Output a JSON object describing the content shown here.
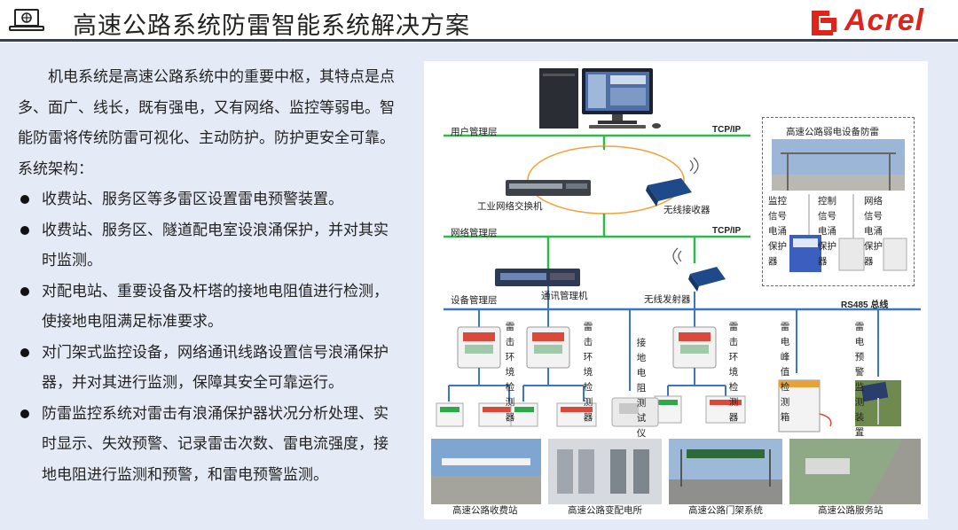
{
  "header": {
    "title": "高速公路系统防雷智能系统解决方案",
    "logo_text": "Acrel",
    "logo_color": "#e0241b"
  },
  "left": {
    "intro": "机电系统是高速公路系统中的重要中枢，其特点是点多、面广、线长，既有强电，又有网络、监控等弱电。智能防雷将传统防雷可视化、主动防护。防护更安全可靠。",
    "subhead": "系统架构：",
    "bullets": [
      "收费站、服务区等多雷区设置雷电预警装置。",
      "收费站、服务区、隧道配电室设浪涌保护，并对其实时监测。",
      "对配电站、重要设备及杆塔的接地电阻值进行检测，使接地电阻满足标准要求。",
      "对门架式监控设备，网络通讯线路设置信号浪涌保护器，并对其进行监测，保障其安全可靠运行。",
      "防雷监控系统对雷击有浪涌保护器状况分析处理、实时显示、失效预警、记录雷击次数、雷电流强度，接地电阻进行监测和预警，和雷电预警监测。"
    ]
  },
  "diagram": {
    "layers": {
      "user": "用户管理层",
      "network": "网络管理层",
      "device": "设备管理层"
    },
    "protocols": {
      "tcp1": "TCP/IP",
      "tcp2": "TCP/IP",
      "rs485": "RS485 总线"
    },
    "devices": {
      "switch": "工业网络交换机",
      "receiver": "无线接收器",
      "comm": "通讯管理机",
      "transmitter": "无线发射器",
      "lightning_env_1": "雷击环境检测器",
      "lightning_env_2": "雷击环境检测器",
      "ground_tester": "接地电阻测试仪",
      "lightning_env_3": "雷击环境检测器",
      "peak_box": "雷电峰值检测箱",
      "warning": "雷电预警监测装置"
    },
    "weak_box": {
      "title": "高速公路弱电设备防雷",
      "items": [
        "监控信号电涌保护器",
        "控制信号电涌保护器",
        "网络信号电涌保护器"
      ]
    },
    "captions": [
      "高速公路收费站",
      "高速公路变配电所",
      "高速公路门架系统",
      "高速公路服务站"
    ],
    "colors": {
      "bus_line": "#2fb84c",
      "link_line": "#3a76c4",
      "ring": "#f0a23a"
    }
  }
}
